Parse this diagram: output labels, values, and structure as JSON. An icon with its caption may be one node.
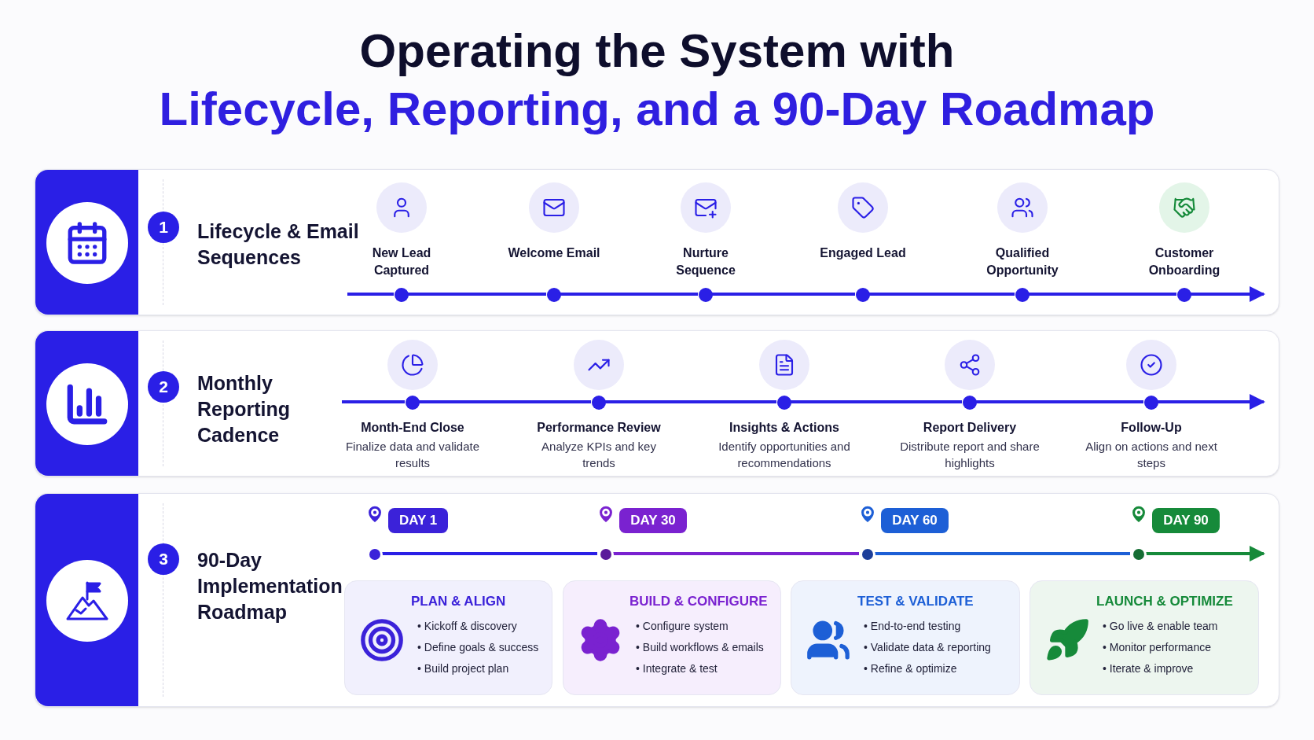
{
  "diagram": {
    "title": "Operating the System with",
    "nodes": [
      {
        "text": [
          "Lifecycle & Email Sequences"
        ]
      },
      {
        "text": [
          "1"
        ],
        "in": 0
      },
      {
        "text": [],
        "shape": "circle",
        "in": 0,
        "beside": [
          "New Lead Captured"
        ]
      },
      {
        "text": [],
        "shape": "circle",
        "in": 0,
        "beside": [
          "Welcome Email"
        ]
      },
      {
        "text": [],
        "shape": "circle",
        "in": 0,
        "beside": [
          "Nurture Sequence"
        ]
      },
      {
        "text": [],
        "shape": "circle",
        "in": 0,
        "beside": [
          "Engaged Lead"
        ]
      },
      {
        "text": [],
        "shape": "circle",
        "in": 0,
        "beside": [
          "Qualified Opportunity"
        ]
      },
      {
        "text": [],
        "shape": "circle",
        "in": 0,
        "beside": [
          "Customer Onboarding"
        ]
      },
      {
        "text": [
          "Monthly Reporting Cadence"
        ]
      },
      {
        "text": [
          "2"
        ],
        "in": 8
      },
      {
        "text": [],
        "shape": "circle",
        "in": 8,
        "beside": [
          "Month-End Close",
          "Finalize data and validate results"
        ]
      },
      {
        "text": [],
        "shape": "circle",
        "in": 8,
        "beside": [
          "Performance Review",
          "Analyze KPIs and key trends"
        ]
      },
      {
        "text": [],
        "shape": "circle",
        "in": 8,
        "beside": [
          "Insights & Actions",
          "Identify opportunities and recommendations"
        ]
      },
      {
        "text": [],
        "shape": "circle",
        "in": 8,
        "beside": [
          "Report Delivery",
          "Distribute report and share highlights"
        ]
      },
      {
        "text": [],
        "shape": "circle",
        "in": 8,
        "beside": [
          "Follow-Up",
          "Align on actions and next steps"
        ]
      },
      {
        "text": [
          "90-Day Implementation Roadmap"
        ]
      },
      {
        "text": [
          "3"
        ],
        "in": 15
      },
      {
        "text": [
          "DAY 1"
        ],
        "in": 15
      },
      {
        "text": [
          "DAY 30"
        ],
        "in": 15
      },
      {
        "text": [
          "DAY 60"
        ],
        "in": 15
      },
      {
        "text": [
          "DAY 90"
        ],
        "in": 15
      },
      {
        "text": [],
        "shape": "circle",
        "in": 15
      },
      {
        "text": [],
        "shape": "circle",
        "in": 15
      },
      {
        "text": [],
        "shape": "circle",
        "in": 15
      },
      {
        "text": [],
        "shape": "circle",
        "in": 15
      },
      {
        "text": [
          "PLAN & ALIGN",
          "• Kickoff & discovery",
          "• Define goals & success",
          "• Build project plan"
        ],
        "in": 15
      },
      {
        "text": [
          "BUILD & CONFIGURE",
          "• Configure system",
          "• Build workflows & emails",
          "• Integrate & test"
        ],
        "in": 15
      },
      {
        "text": [
          "TEST & VALIDATE",
          "• End-to-end testing",
          "• Validate data & reporting",
          "• Refine & optimize"
        ],
        "in": 15
      },
      {
        "text": [
          "LAUNCH & OPTIMIZE",
          "• Go live & enable team",
          "• Monitor performance",
          "• Iterate & improve"
        ],
        "in": 15
      }
    ],
    "edges": [
      {
        "from": null,
        "to": 2,
        "arrow": "none"
      },
      {
        "from": 2,
        "to": 3,
        "arrow": "none"
      },
      {
        "from": 3,
        "to": 4,
        "arrow": "none"
      },
      {
        "from": 4,
        "to": 5,
        "arrow": "none"
      },
      {
        "from": 5,
        "to": 6,
        "arrow": "none"
      },
      {
        "from": 6,
        "to": 7,
        "arrow": "none"
      },
      {
        "from": 7,
        "to": null,
        "arrow": "to"
      },
      {
        "from": null,
        "to": 10,
        "arrow": "none"
      },
      {
        "from": 10,
        "to": 11,
        "arrow": "none"
      },
      {
        "from": 11,
        "to": 12,
        "arrow": "none"
      },
      {
        "from": 12,
        "to": 13,
        "arrow": "none"
      },
      {
        "from": 13,
        "to": 14,
        "arrow": "none"
      },
      {
        "from": 14,
        "to": null,
        "arrow": "to"
      },
      {
        "from": 21,
        "to": 22,
        "arrow": "none"
      },
      {
        "from": 22,
        "to": 23,
        "arrow": "none",
        "color": "#7a22d0"
      },
      {
        "from": 23,
        "to": 24,
        "arrow": "none",
        "color": "#1d5fd6"
      },
      {
        "from": 24,
        "to": null,
        "arrow": "to",
        "color": "#168a3a"
      }
    ],
    "labels": [
      "Lifecycle, Reporting, and a 90-Day Roadmap"
    ]
  }
}
